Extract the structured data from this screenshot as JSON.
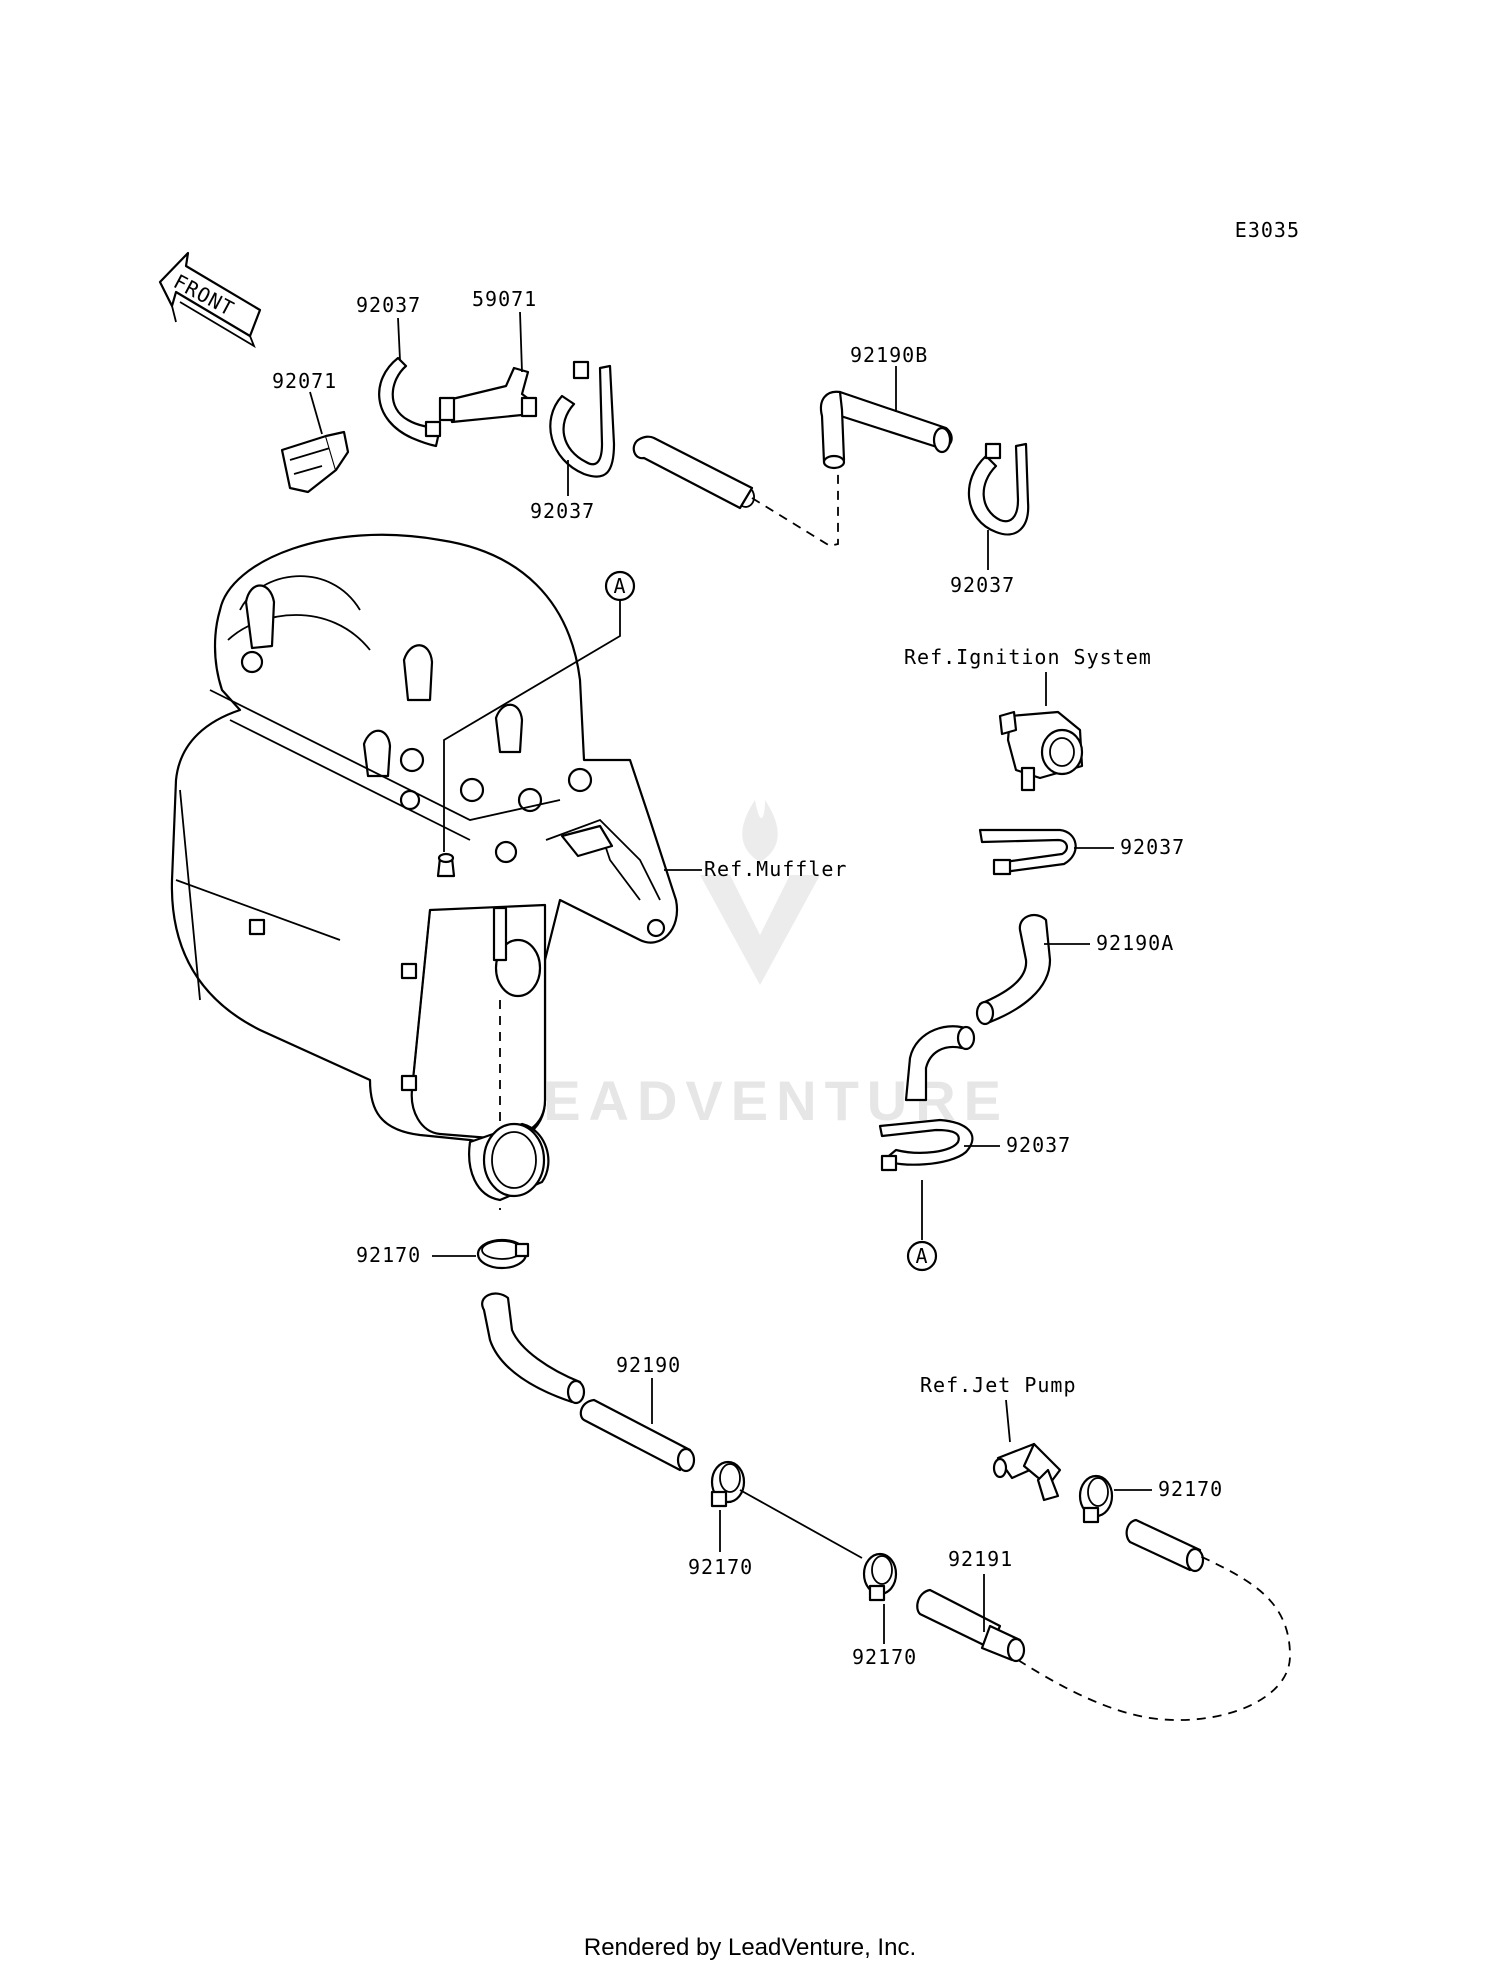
{
  "diagram": {
    "code": "E3035",
    "front_label": "FRONT",
    "parts": {
      "p92071": "92071",
      "p92037_a": "92037",
      "p59071": "59071",
      "p92037_b": "92037",
      "p92190b": "92190B",
      "p92037_c": "92037",
      "p92037_d": "92037",
      "p92190a": "92190A",
      "p92037_e": "92037",
      "p92170_a": "92170",
      "p92190": "92190",
      "p92170_b": "92170",
      "p92170_c": "92170",
      "p92170_d": "92170",
      "p92191": "92191"
    },
    "refs": {
      "ignition": "Ref.Ignition System",
      "muffler": "Ref.Muffler",
      "jet_pump": "Ref.Jet Pump"
    },
    "markers": {
      "upper": "A",
      "lower": "A"
    },
    "watermark": "LEADVENTURE",
    "footer": "Rendered by LeadVenture, Inc."
  }
}
